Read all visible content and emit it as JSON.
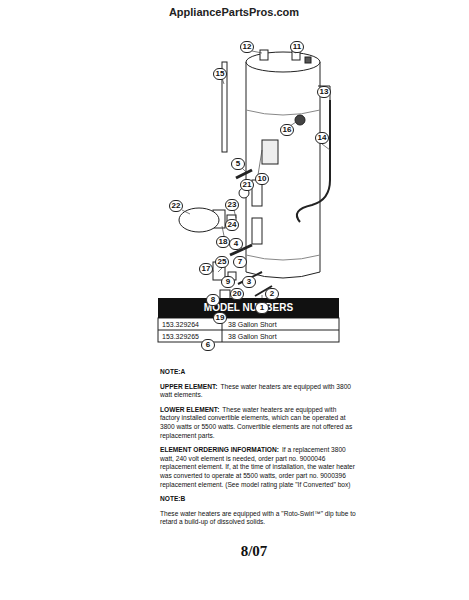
{
  "diagram": {
    "nodes": [
      {
        "text": [
          "MODEL NUMBERS"
        ]
      }
    ],
    "labels": [
      "AppliancePartsPros.com",
      "12",
      "11",
      "13",
      "15",
      "14",
      "16",
      "5",
      "10",
      "21",
      "23",
      "22",
      "24",
      "18",
      "4",
      "7",
      "25",
      "17",
      "3",
      "9",
      "2",
      "20",
      "8",
      "1",
      "19",
      "6",
      "153.329264",
      "38 Gallon Short",
      "153.329265",
      "38 Gallon Short",
      "NOTE:A",
      "UPPER ELEMENT:",
      "These water heaters are equipped with 3800 watt elements.",
      "LOWER ELEMENT:",
      "These water heaters are equipped with factory installed convertible elements, which can be operated at 3800 watts or 5500 watts. Convertible elements are not offered as replacement parts.",
      "ELEMENT ORDERING INFORMATION:",
      "If a replacement 3800 watt, 240 volt element is needed, order part no. 9000046 replacement element. If, at the time of installation, the water heater was converted to operate at 5500 watts, order part no. 9000396 replacement element. (See model rating plate \"If Converted\" box)",
      "NOTE:B",
      "These water heaters are equipped with a \"Roto-Swirl™\" dip tube to retard a build-up of dissolved solids.",
      "8/07"
    ]
  }
}
